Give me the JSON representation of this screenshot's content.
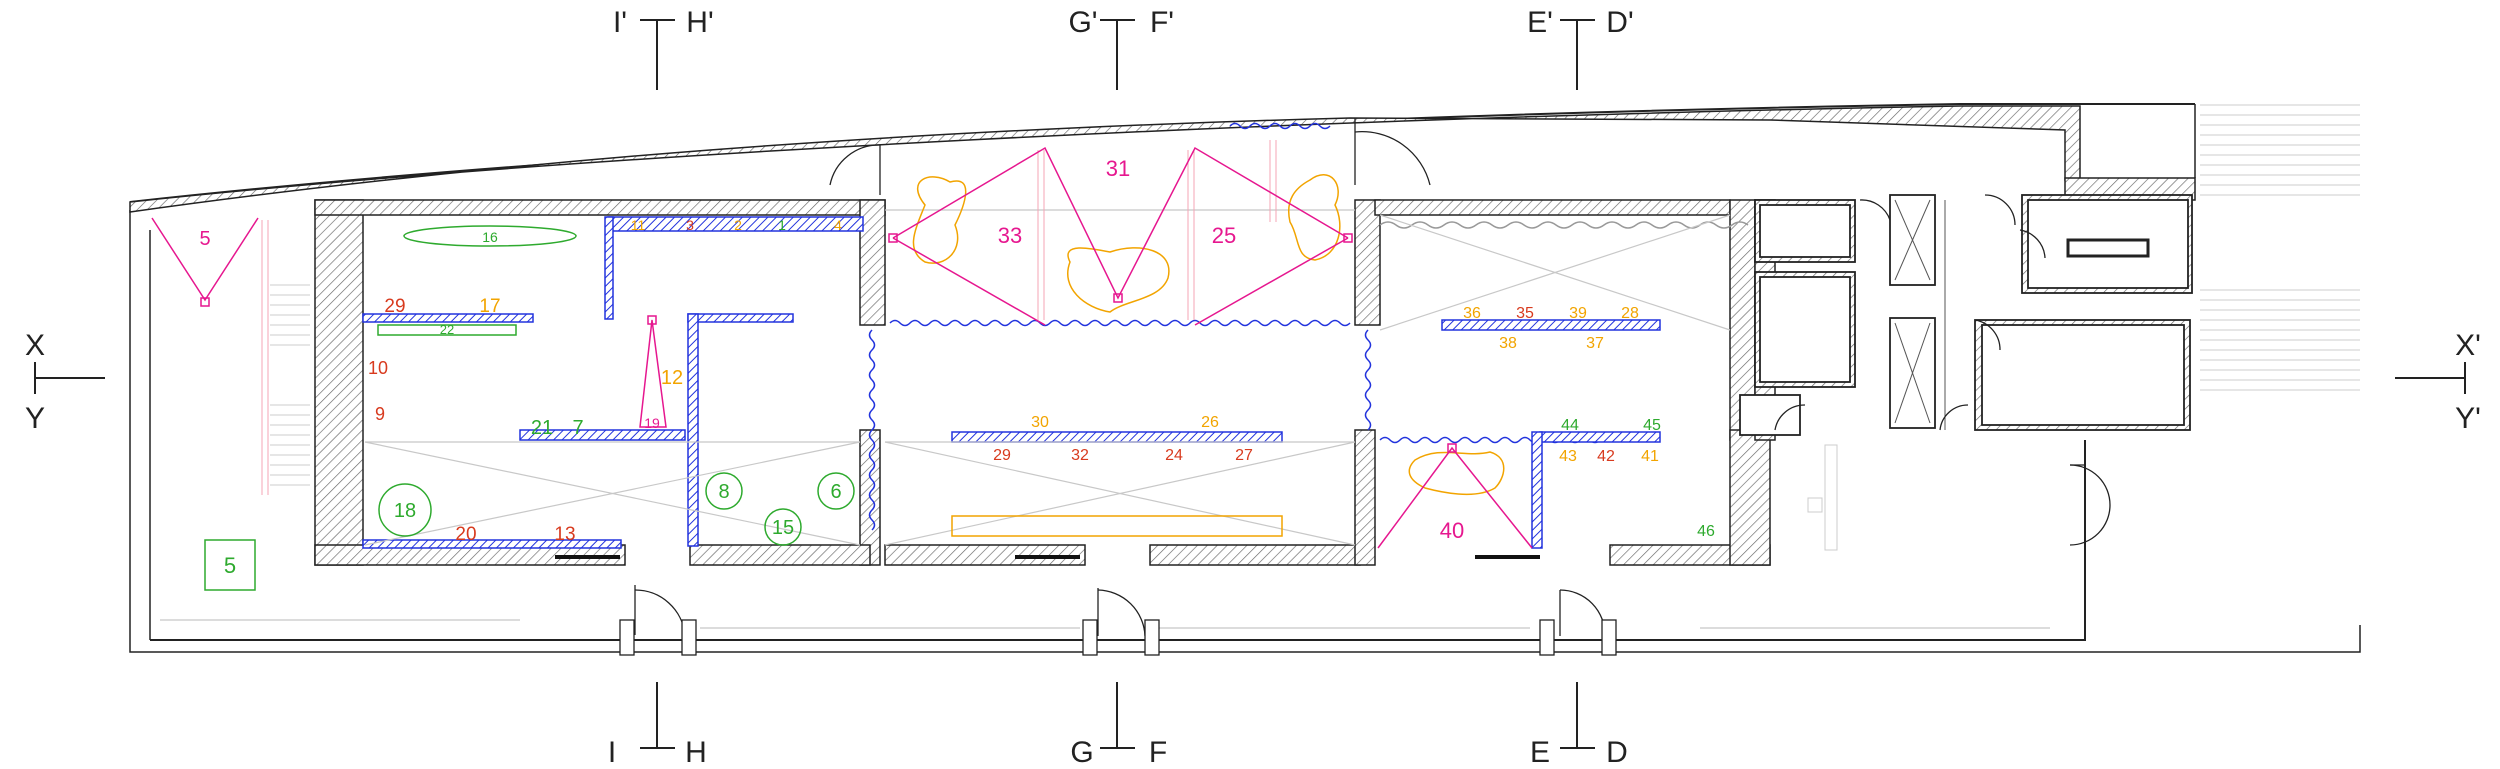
{
  "colors": {
    "wall": "#222222",
    "hatch": "#666666",
    "blue_panel": "#2233dd",
    "magenta": "#e6178f",
    "orange": "#f2a400",
    "red": "#d83a1e",
    "green": "#2eaa2e",
    "grey_line": "#c8c8c8",
    "pink_line": "#f4a5b5"
  },
  "section_marks": [
    {
      "id": "ih-top",
      "left": "I'",
      "right": "H'"
    },
    {
      "id": "gf-top",
      "left": "G'",
      "right": "F'"
    },
    {
      "id": "ed-top",
      "left": "E'",
      "right": "D'"
    },
    {
      "id": "ih-bottom",
      "left": "I",
      "right": "H"
    },
    {
      "id": "gf-bottom",
      "left": "G",
      "right": "F"
    },
    {
      "id": "ed-bottom",
      "left": "E",
      "right": "D"
    },
    {
      "id": "xy-left",
      "left": "X",
      "right": "Y"
    },
    {
      "id": "xy-right",
      "left": "X'",
      "right": "Y'"
    }
  ],
  "markers": {
    "m5a": "5",
    "m5b": "5",
    "m16": "16",
    "m11": "11",
    "m3": "3",
    "m2": "2",
    "m1": "1",
    "m4": "4",
    "m29a": "29",
    "m17": "17",
    "m22": "22",
    "m10": "10",
    "m9": "9",
    "m12": "12",
    "m19": "19",
    "m21": "21",
    "m7": "7",
    "m18": "18",
    "m8": "8",
    "m6": "6",
    "m15": "15",
    "m20": "20",
    "m13": "13",
    "m31": "31",
    "m33": "33",
    "m25": "25",
    "m30": "30",
    "m26": "26",
    "m29b": "29",
    "m32": "32",
    "m24": "24",
    "m27": "27",
    "m36": "36",
    "m35": "35",
    "m39": "39",
    "m28": "28",
    "m38": "38",
    "m37": "37",
    "m44": "44",
    "m45": "45",
    "m43": "43",
    "m42": "42",
    "m41": "41",
    "m40": "40",
    "m46": "46"
  }
}
